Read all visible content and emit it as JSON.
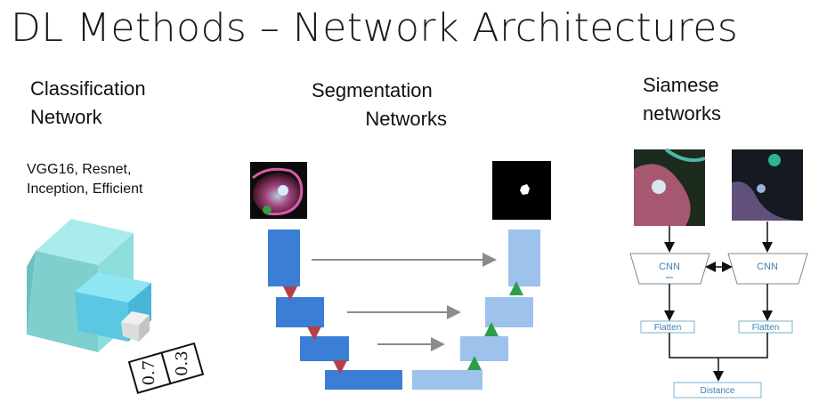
{
  "title": "DL Methods – Network Architectures",
  "classification": {
    "heading_line1": "Classification",
    "heading_line2": "Network",
    "models_line1": "VGG16, Resnet,",
    "models_line2": "Inception, Efficient",
    "outputs": [
      "0.7",
      "0.3"
    ]
  },
  "segmentation": {
    "heading_line1": "Segmentation",
    "heading_line2": "Networks"
  },
  "siamese": {
    "heading_line1": "Siamese",
    "heading_line2": "networks",
    "cnn_left": "CNN",
    "cnn_right": "CNN",
    "flatten_left": "Flatten",
    "flatten_right": "Flatten",
    "distance": "Distance"
  },
  "colors": {
    "encoder": "#3b7ed6",
    "decoder": "#9dc2ec",
    "down_arrow": "#b5404a",
    "up_arrow": "#2e9e4a",
    "skip_arrow": "#8c8c8c",
    "cube_front": "#7fcfcf",
    "cube_inner": "#5bc7e3"
  }
}
